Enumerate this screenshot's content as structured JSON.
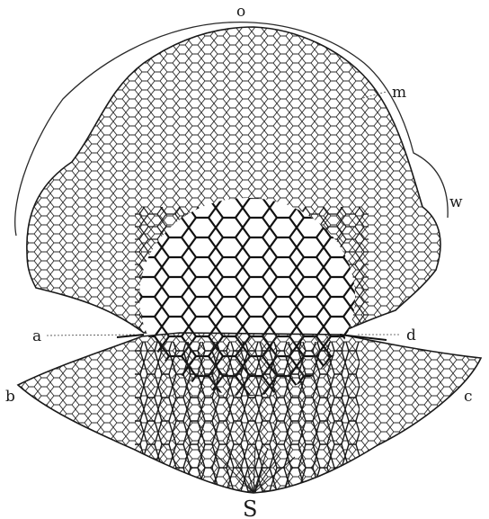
{
  "figure": {
    "labels": {
      "o": "o",
      "m": "m",
      "w": "w",
      "a": "a",
      "d": "d",
      "b": "b",
      "c": "c",
      "S": "S"
    },
    "colors": {
      "ink": "#1c1c1c",
      "background": "#ffffff"
    }
  }
}
